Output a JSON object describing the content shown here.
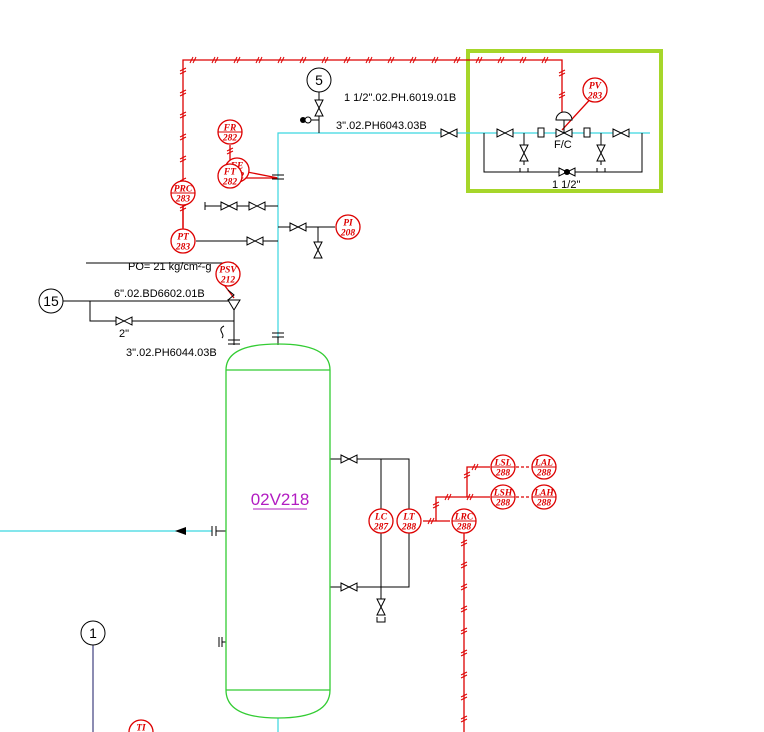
{
  "diagram": {
    "type": "P&ID",
    "colors": {
      "process_line": "#3ad6e0",
      "signal_line": "#dd0000",
      "vessel": "#33cc33",
      "vessel_tag": "#b21cc2",
      "highlight_box": "#a6d62a",
      "piping": "#000000"
    },
    "vessel": {
      "tag": "02V218"
    },
    "line_labels": {
      "vent_line": "1 1/2\".02.PH.6019.01B",
      "main_line": "3\".02.PH6043.03B",
      "relief_outlet": "6\".02.BD6602.01B",
      "relief_inlet": "3\".02.PH6044.03B",
      "bypass_size": "2\"",
      "pv_bypass_size": "1 1/2\"",
      "set_pressure": "PO= 21 kg/cm²-g",
      "fail_position": "F/C"
    },
    "off_page_connectors": [
      "5",
      "15",
      "1"
    ],
    "instruments": [
      {
        "function": "FR",
        "number": "282"
      },
      {
        "function": "FE",
        "number": "282"
      },
      {
        "function": "FT",
        "number": "282"
      },
      {
        "function": "PRC",
        "number": "283"
      },
      {
        "function": "PT",
        "number": "283"
      },
      {
        "function": "PI",
        "number": "208"
      },
      {
        "function": "PSV",
        "number": "212"
      },
      {
        "function": "PV",
        "number": "283"
      },
      {
        "function": "LC",
        "number": "287"
      },
      {
        "function": "LT",
        "number": "288"
      },
      {
        "function": "LRC",
        "number": "288"
      },
      {
        "function": "LSL",
        "number": "288"
      },
      {
        "function": "LAL",
        "number": "288"
      },
      {
        "function": "LSH",
        "number": "288"
      },
      {
        "function": "LAH",
        "number": "288"
      },
      {
        "function": "TI",
        "number": ""
      }
    ]
  }
}
